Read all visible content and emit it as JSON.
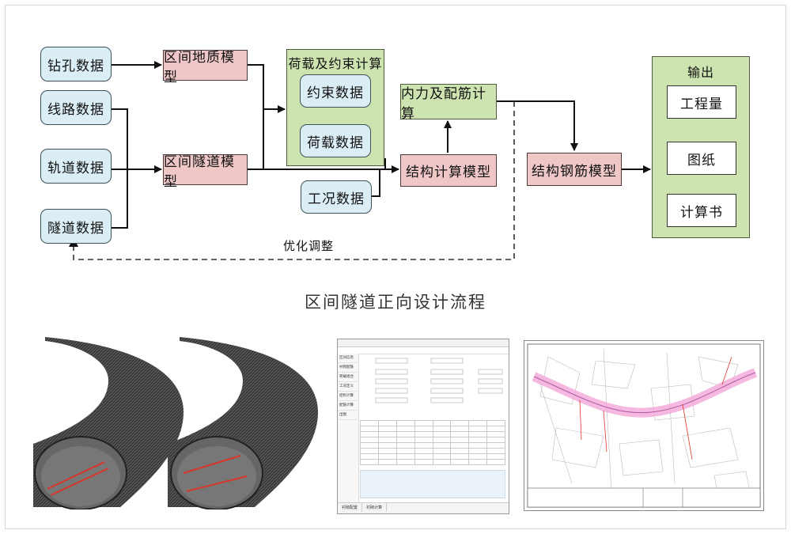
{
  "flow": {
    "drill_data": "钻孔数据",
    "route_data": "线路数据",
    "track_data": "轨道数据",
    "tunnel_data": "隧道数据",
    "geo_model": "区间地质模型",
    "tunnel_model": "区间隧道模型",
    "load_group_title": "荷载及约束计算",
    "constraint_data": "约束数据",
    "load_data": "荷载数据",
    "condition_data": "工况数据",
    "force_calc": "内力及配筋计算",
    "struct_calc_model": "结构计算模型",
    "rebar_model": "结构钢筋模型",
    "output_title": "输出",
    "quantity": "工程量",
    "drawings": "图纸",
    "calc_book": "计算书",
    "optimize": "优化调整"
  },
  "caption": "区间隧道正向设计流程",
  "colors": {
    "input_fill": "#dbeef5",
    "model_fill": "#efc7c7",
    "calc_fill": "#cde3b0",
    "rebar_red": "#d9362b",
    "route_pink": "#f3a6d8"
  },
  "software": {
    "side_items": [
      "区间信息",
      "衬砌配筋",
      "荷载组合",
      "工况定义",
      "结构计算",
      "配筋计算",
      "出图"
    ],
    "bottom_tabs": [
      "衬砌配置",
      "衬砌计算"
    ]
  }
}
